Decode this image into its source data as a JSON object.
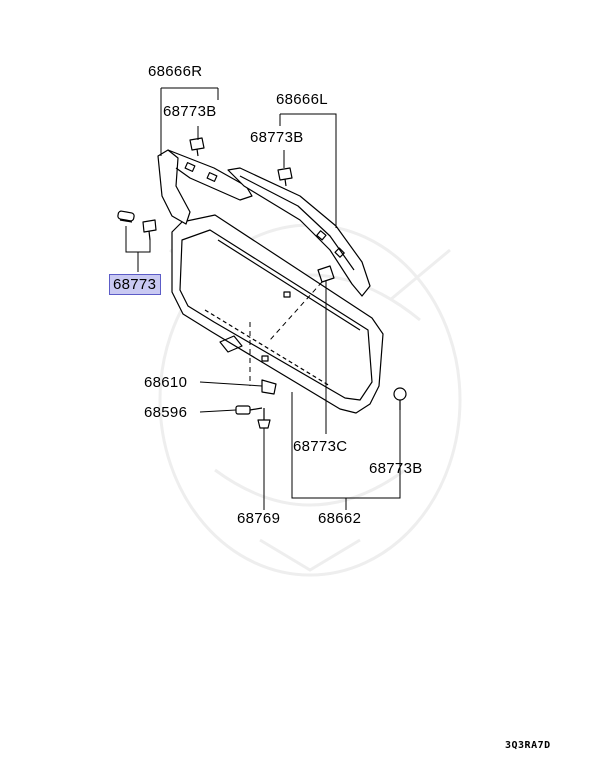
{
  "callouts": {
    "c68666R": "68666R",
    "c68666L": "68666L",
    "c68773B_upper_left": "68773B",
    "c68773B_upper_right": "68773B",
    "c68773_highlight": "68773",
    "c68610": "68610",
    "c68596": "68596",
    "c68773C": "68773C",
    "c68773B_lower_right": "68773B",
    "c68769": "68769",
    "c68662": "68662"
  },
  "diagram_code": "3Q3RA7D",
  "colors": {
    "highlight_fill": "#c9c9f2",
    "highlight_border": "#5c5cc7",
    "line": "#000000",
    "watermark": "#eeeeee"
  }
}
